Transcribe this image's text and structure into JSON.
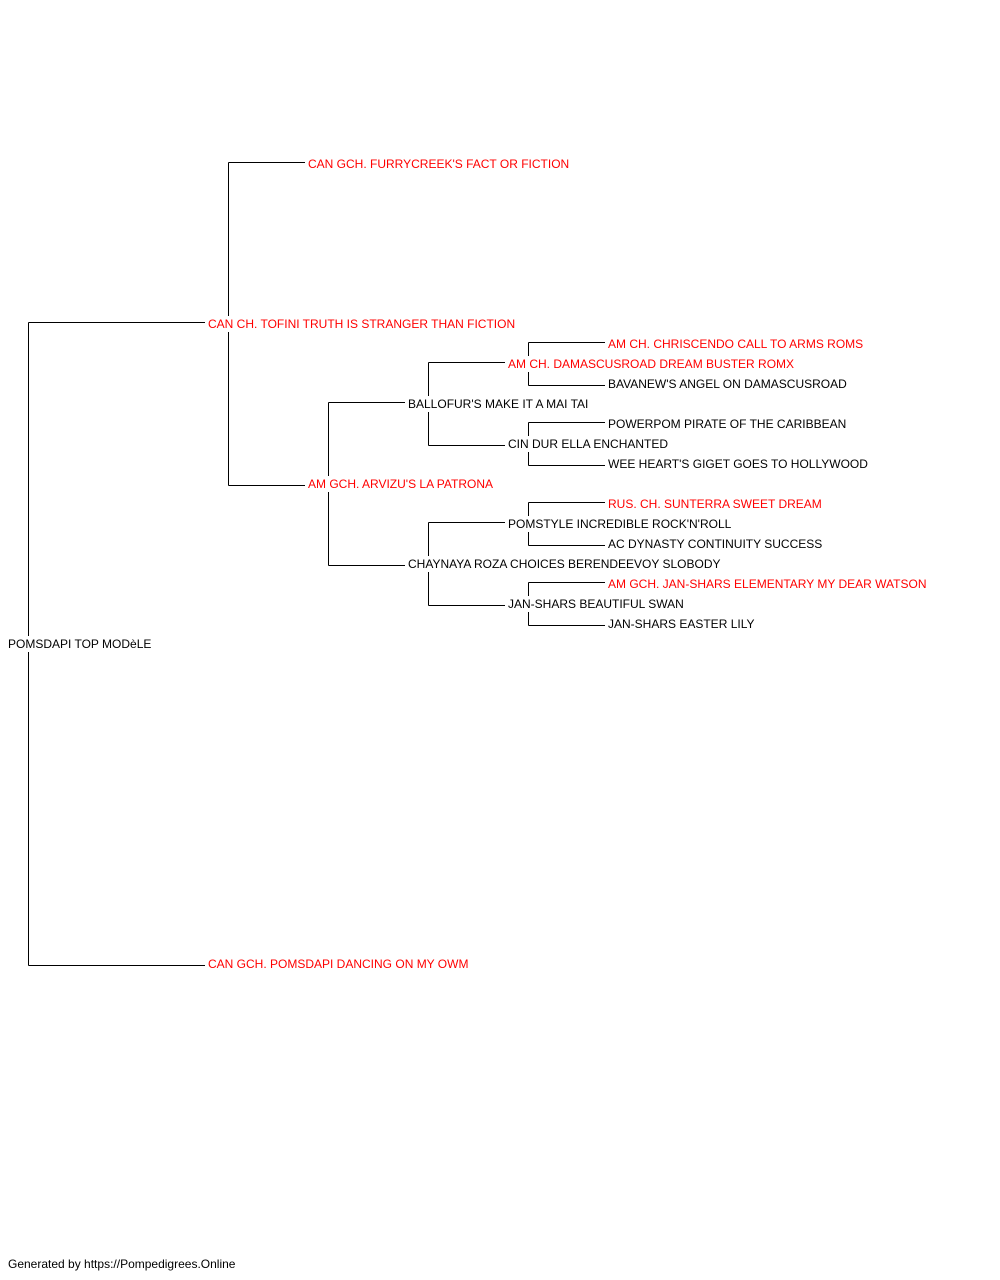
{
  "colors": {
    "titled": "#ff0000",
    "plain": "#000000",
    "connector": "#000000"
  },
  "pedigree": {
    "subject": {
      "name": "POMSDAPI TOP MODèLE",
      "titled": false
    },
    "sire": {
      "name": "CAN CH. TOFINI TRUTH IS STRANGER THAN FICTION",
      "titled": true
    },
    "dam": {
      "name": "CAN GCH. POMSDAPI DANCING ON MY OWM",
      "titled": true
    },
    "sire_sire": {
      "name": "CAN GCH. FURRYCREEK'S FACT OR FICTION",
      "titled": true
    },
    "sire_dam": {
      "name": "AM GCH. ARVIZU'S LA PATRONA",
      "titled": true
    },
    "sd_sire": {
      "name": "BALLOFUR'S MAKE IT A MAI TAI",
      "titled": false
    },
    "sd_dam": {
      "name": "CHAYNAYA ROZA CHOICES BERENDEEVOY SLOBODY",
      "titled": false
    },
    "sds_sire": {
      "name": "AM CH. DAMASCUSROAD DREAM BUSTER ROMX",
      "titled": true
    },
    "sds_dam": {
      "name": "CIN DUR ELLA ENCHANTED",
      "titled": false
    },
    "sdd_sire": {
      "name": "POMSTYLE INCREDIBLE ROCK'N'ROLL",
      "titled": false
    },
    "sdd_dam": {
      "name": "JAN-SHARS BEAUTIFUL SWAN",
      "titled": false
    },
    "sdss_sire": {
      "name": "AM CH. CHRISCENDO CALL TO ARMS ROMS",
      "titled": true
    },
    "sdss_dam": {
      "name": "BAVANEW'S ANGEL ON DAMASCUSROAD",
      "titled": false
    },
    "sdsd_sire": {
      "name": "POWERPOM PIRATE OF THE CARIBBEAN",
      "titled": false
    },
    "sdsd_dam": {
      "name": "WEE HEART'S GIGET GOES TO HOLLYWOOD",
      "titled": false
    },
    "sdds_sire": {
      "name": "RUS. CH. SUNTERRA SWEET DREAM",
      "titled": true
    },
    "sdds_dam": {
      "name": "AC DYNASTY CONTINUITY SUCCESS",
      "titled": false
    },
    "sddd_sire": {
      "name": "AM GCH. JAN-SHARS ELEMENTARY MY DEAR WATSON",
      "titled": true
    },
    "sddd_dam": {
      "name": "JAN-SHARS EASTER LILY",
      "titled": false
    }
  },
  "footer": {
    "text": "Generated by https://Pompedigrees.Online"
  }
}
